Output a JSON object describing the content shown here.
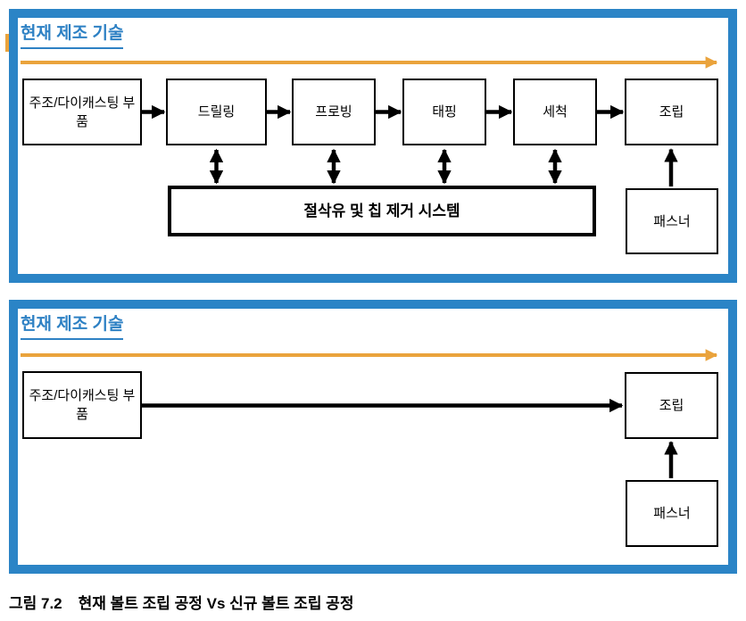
{
  "colors": {
    "panel_border_blue": "#2b84c6",
    "title_blue": "#2e81c4",
    "timeline_orange": "#eaa33c",
    "box_border_black": "#000000"
  },
  "panel_top": {
    "title": "현재 제조 기술",
    "boxes": [
      {
        "label": "주조/다이캐스팅 부품"
      },
      {
        "label": "드릴링"
      },
      {
        "label": "프로빙"
      },
      {
        "label": "태핑"
      },
      {
        "label": "세척"
      },
      {
        "label": "조립"
      }
    ],
    "system_box": "절삭유 및 칩 제거 시스템",
    "fastener_box": "패스너"
  },
  "panel_bottom": {
    "title": "현재 제조 기술",
    "boxes": [
      {
        "label": "주조/다이캐스팅 부품"
      },
      {
        "label": "조립"
      }
    ],
    "fastener_box": "패스너"
  },
  "caption": {
    "number": "그림 7.2",
    "text": "현재 볼트 조립 공정 Vs 신규 볼트 조립 공정"
  }
}
